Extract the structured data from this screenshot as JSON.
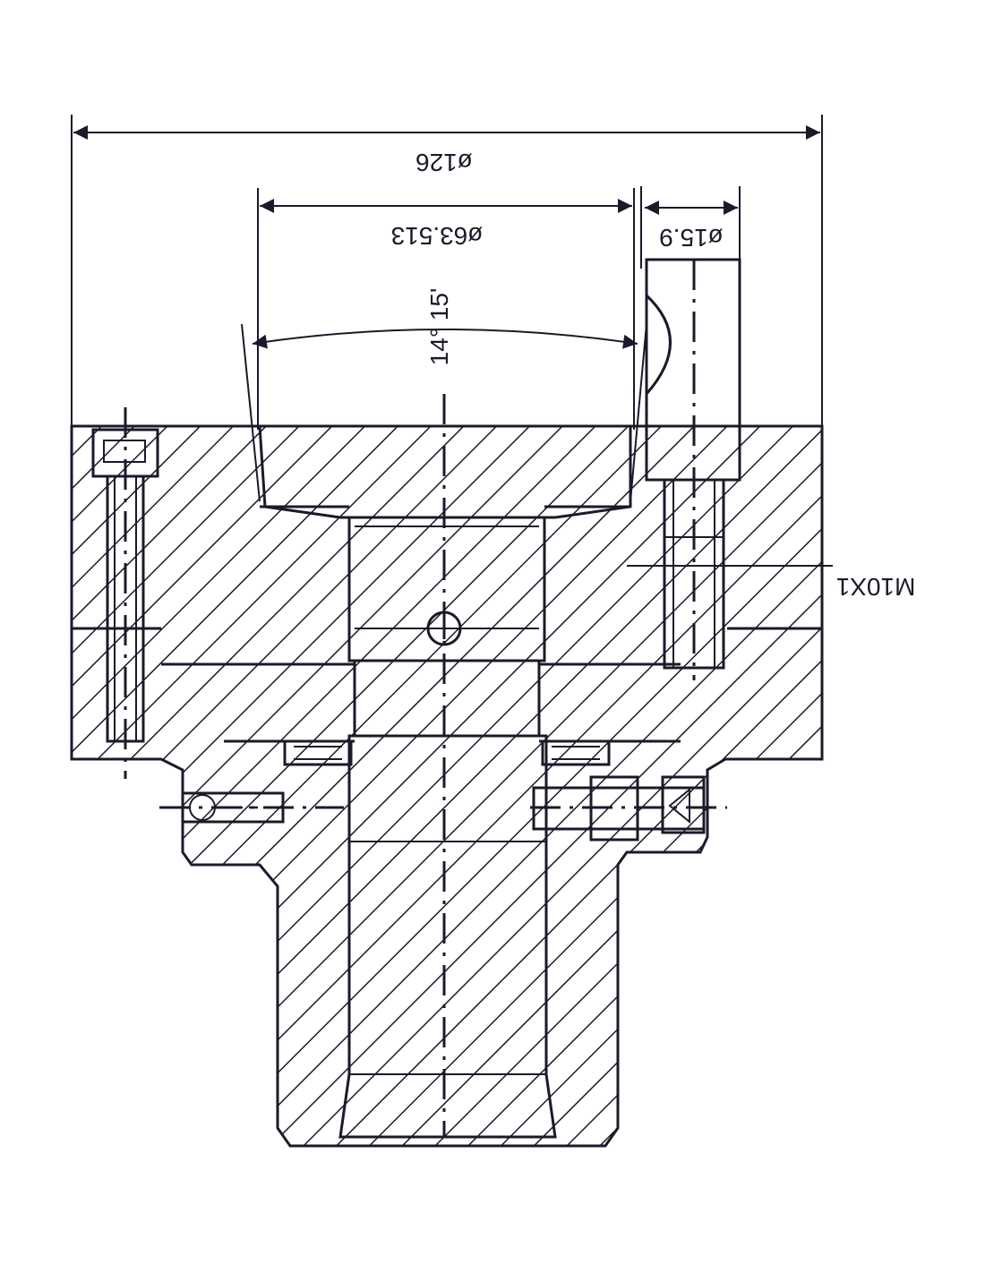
{
  "drawing": {
    "dimensions": {
      "outer_diameter": "ø126",
      "bore_diameter": "ø63.513",
      "pin_diameter": "ø15.9",
      "taper_angle": "14° 15'",
      "thread": "M10X1"
    }
  }
}
